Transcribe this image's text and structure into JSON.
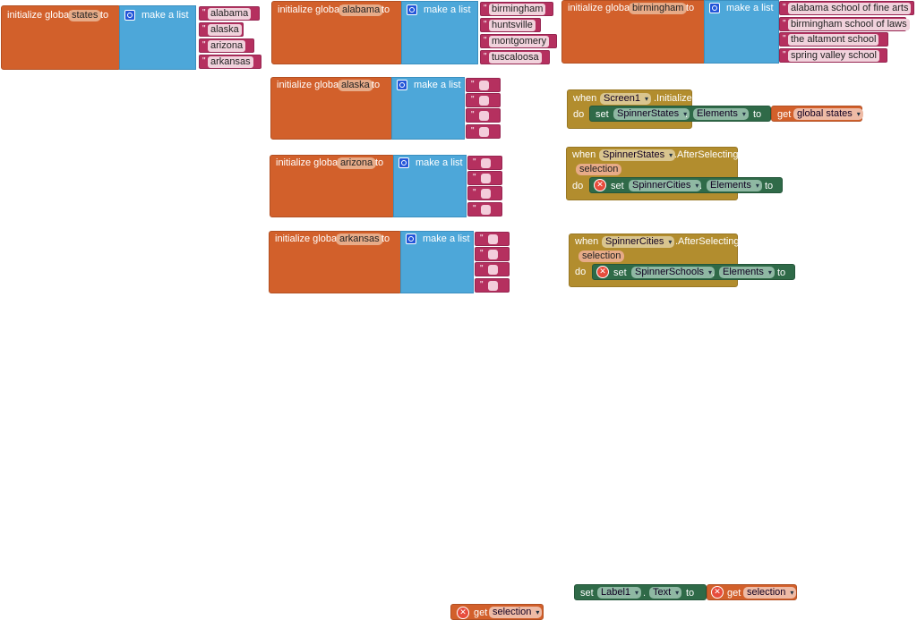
{
  "labels": {
    "initialize_global": "initialize global",
    "to": "to",
    "make_a_list": "make a list",
    "when": "when",
    "do": "do",
    "set": "set",
    "get": "get",
    "dot": ".",
    "initialize_event": ".Initialize",
    "after_selecting": ".AfterSelecting",
    "selection": "selection",
    "quote": "\""
  },
  "globals": {
    "states": {
      "name": "states",
      "items": [
        "alabama",
        "alaska",
        "arizona",
        "arkansas"
      ]
    },
    "alabama": {
      "name": "alabama",
      "items": [
        "birmingham",
        "huntsville",
        "montgomery",
        "tuscaloosa"
      ]
    },
    "birmingham": {
      "name": "birmingham",
      "items": [
        "alabama school of fine arts",
        "birmingham school of laws",
        "the altamont school",
        "spring valley school"
      ]
    },
    "alaska": {
      "name": "alaska"
    },
    "arizona": {
      "name": "arizona"
    },
    "arkansas": {
      "name": "arkansas"
    }
  },
  "events": {
    "screen_init": {
      "component": "Screen1",
      "target": "SpinnerStates",
      "property": "Elements",
      "get_var": "global states"
    },
    "states_after": {
      "component": "SpinnerStates",
      "target": "SpinnerCities",
      "property": "Elements"
    },
    "cities_after": {
      "component": "SpinnerCities",
      "target": "SpinnerSchools",
      "property": "Elements"
    }
  },
  "loose": {
    "label_set": {
      "component": "Label1",
      "property": "Text",
      "get_var": "selection"
    },
    "get_selection": {
      "get_var": "selection"
    }
  }
}
